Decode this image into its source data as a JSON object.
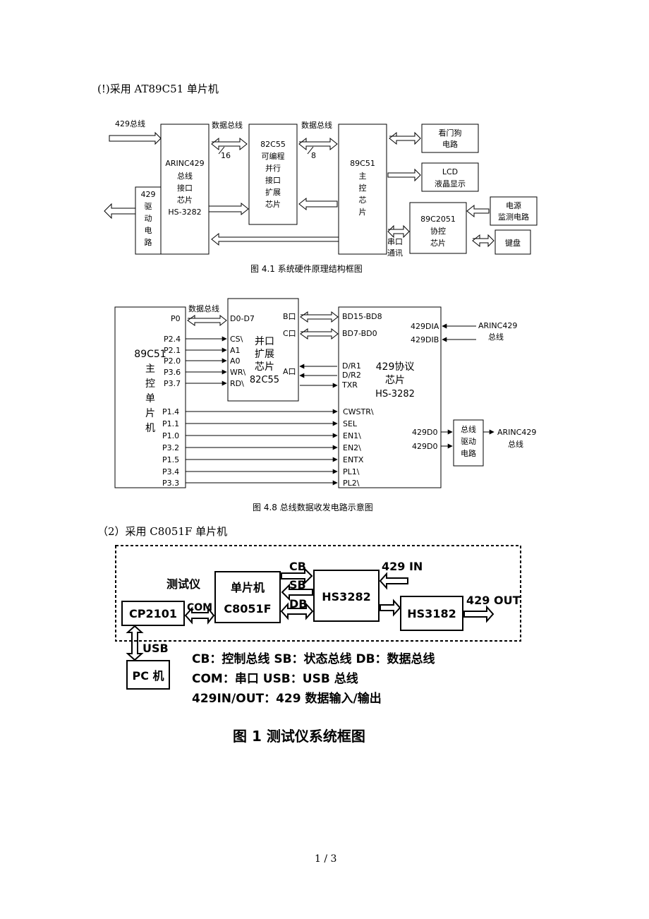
{
  "section1": {
    "heading": "(!)采用 AT89C51 单片机"
  },
  "fig41": {
    "caption": "图 4.1     系统硬件原理结构框图",
    "bus429": "429总线",
    "databus1": "数据总线",
    "databus1_width": "16",
    "databus2": "数据总线",
    "databus2_width": "8",
    "driver": [
      "429",
      "驱",
      "动",
      "电",
      "路"
    ],
    "arinc": [
      "ARINC429",
      "总线",
      "接口",
      "芯片",
      "HS-3282"
    ],
    "ppi": [
      "82C55",
      "可编程",
      "并行",
      "接口",
      "扩展",
      "芯片"
    ],
    "mcu": [
      "89C51",
      "主",
      "控",
      "芯",
      "片"
    ],
    "watchdog": [
      "看门狗",
      "电路"
    ],
    "lcd": [
      "LCD",
      "液晶显示"
    ],
    "coproc": [
      "89C2051",
      "协控",
      "芯片"
    ],
    "power": [
      "电源",
      "监测电路"
    ],
    "keyboard": "键盘",
    "serial": [
      "串口",
      "通讯"
    ]
  },
  "fig48": {
    "caption": "图 4.8    总线数据收发电路示意图",
    "mcu": [
      "89C51",
      "主",
      "控",
      "单",
      "片",
      "机"
    ],
    "databus": "数据总线",
    "p0": "P0",
    "d0d7": "D0-D7",
    "ctrl_pins": [
      "P2.4",
      "P2.1",
      "P2.0",
      "P3.6",
      "P3.7"
    ],
    "ctrl_sigs": [
      "CS\\",
      "A1",
      "A0",
      "WR\\",
      "RD\\"
    ],
    "ppi": [
      "并口",
      "扩展",
      "芯片",
      "82C55"
    ],
    "port_b": "B口",
    "port_c": "C口",
    "port_a": "A口",
    "bd_hi": "BD15-BD8",
    "bd_lo": "BD7-BD0",
    "hs_pins_a": [
      "D/R1",
      "D/R2",
      "TXR"
    ],
    "chip": [
      "429协议",
      "芯片",
      "HS-3282"
    ],
    "dia": "429DIA",
    "dib": "429DIB",
    "arinc_in": [
      "ARINC429",
      "总线"
    ],
    "lower_pins": [
      "P1.4",
      "P1.1",
      "P1.0",
      "P3.2",
      "P1.5",
      "P3.4",
      "P3.3"
    ],
    "lower_sigs": [
      "CWSTR\\",
      "SEL",
      "EN1\\",
      "EN2\\",
      "ENTX",
      "PL1\\",
      "PL2\\"
    ],
    "do_a": "429D0",
    "do_b": "429D0",
    "driver": [
      "总线",
      "驱动",
      "电路"
    ],
    "arinc_out": [
      "ARINC429",
      "总线"
    ]
  },
  "section2": {
    "heading": "（2）采用 C8051F 单片机"
  },
  "fig1": {
    "tester": "测试仪",
    "mcu": [
      "单片机",
      "C8051F"
    ],
    "cb": "CB",
    "sb": "SB",
    "db": "DB",
    "hs3282": "HS3282",
    "in429": "429  IN",
    "hs3182": "HS3182",
    "out429": "429  OUT",
    "cp2101": "CP2101",
    "com": "COM",
    "usb": "USB",
    "pc": "PC 机",
    "legend": [
      "CB：控制总线    SB：状态总线    DB：数据总线",
      "COM：串口          USB：USB 总线",
      "429IN/OUT：429 数据输入/输出"
    ],
    "caption": "图 1    测试仪系统框图"
  },
  "footer": {
    "page": "1 / 3"
  }
}
